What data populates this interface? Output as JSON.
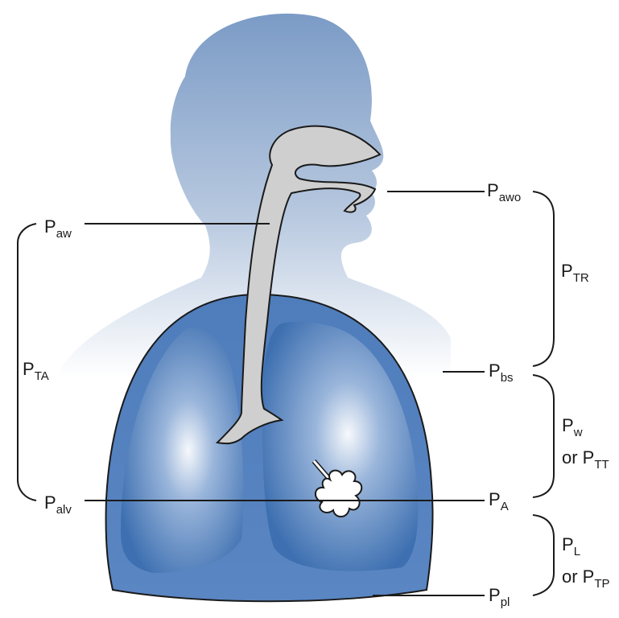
{
  "labels": {
    "p_aw": {
      "main": "P",
      "sub": "aw"
    },
    "p_awo": {
      "main": "P",
      "sub": "awo"
    },
    "p_ta": {
      "main": "P",
      "sub": "TA"
    },
    "p_tr": {
      "main": "P",
      "sub": "TR"
    },
    "p_bs": {
      "main": "P",
      "sub": "bs"
    },
    "p_w": {
      "main": "P",
      "sub": "w"
    },
    "p_w_alt": {
      "prefix": "or P",
      "sub": "TT"
    },
    "p_alv": {
      "main": "P",
      "sub": "alv"
    },
    "p_a": {
      "main": "P",
      "sub": "A"
    },
    "p_l": {
      "main": "P",
      "sub": "L"
    },
    "p_l_alt": {
      "prefix": "or P",
      "sub": "TP"
    },
    "p_pl": {
      "main": "P",
      "sub": "pl"
    }
  },
  "colors": {
    "body_top": "#7f9fc8",
    "body_bottom": "#ffffff",
    "thorax": "#5a86c3",
    "lung_dark": "#3d6fb0",
    "lung_light": "#ffffff",
    "airway": "#cfcfcf",
    "line": "#1a1a1a"
  }
}
